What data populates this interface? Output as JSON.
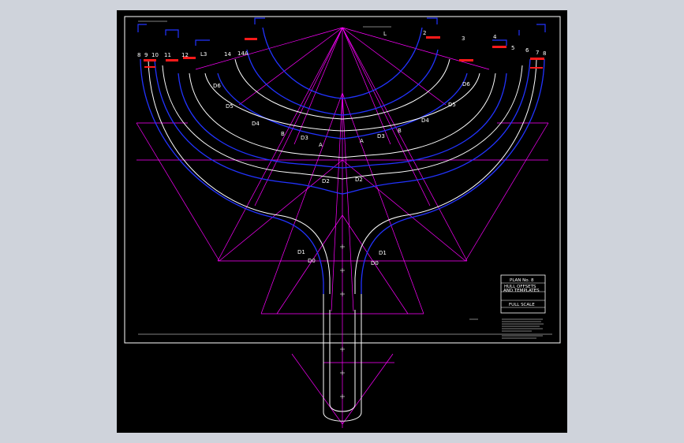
{
  "station_labels_left": [
    "8",
    "9",
    "10",
    "11",
    "12",
    "L3",
    "14",
    "14A"
  ],
  "station_labels_right": [
    "L",
    "2",
    "3",
    "4",
    "5",
    "6",
    "7",
    "8"
  ],
  "diagonal_labels": {
    "d6": "D6",
    "d5": "D5",
    "d4": "D4",
    "d3": "D3",
    "d2": "D2",
    "d1": "D1",
    "d0": "D0",
    "b": "B",
    "a": "A"
  },
  "title_block": {
    "plan": "PLAN No. 8",
    "line1": "HULL OFFSETS",
    "line2": "AND TEMPLATES",
    "scale": "FULL SCALE"
  },
  "colors": {
    "background": "#000000",
    "frame": "#ffffff",
    "hull_outer": "#0000ff",
    "hull_inner": "#ffffff",
    "diagonals": "#ff00ff",
    "markers": "#ff0000"
  }
}
